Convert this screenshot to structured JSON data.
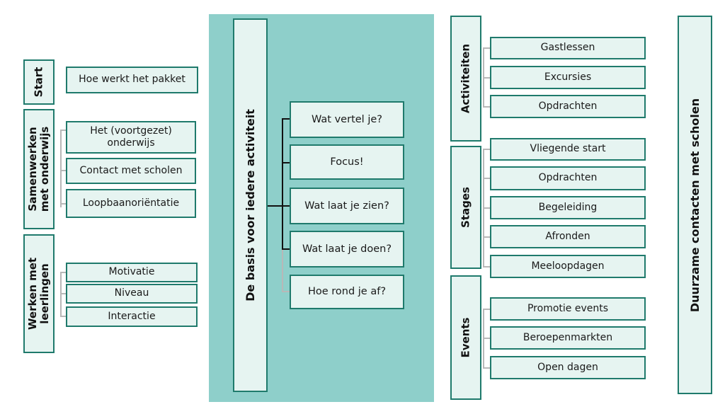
{
  "left": {
    "start": {
      "label": "Start",
      "items": [
        "Hoe werkt het pakket"
      ]
    },
    "samenwerken": {
      "label_line1": "Samenwerken",
      "label_line2": "met onderwijs",
      "items": [
        "Het (voortgezet) onderwijs",
        "Contact met scholen",
        "Loopbaanoriëntatie"
      ]
    },
    "werken": {
      "label_line1": "Werken met",
      "label_line2": "leerlingen",
      "items": [
        "Motivatie",
        "Niveau",
        "Interactie"
      ]
    }
  },
  "center": {
    "label": "De basis voor iedere activiteit",
    "items": [
      "Wat vertel je?",
      "Focus!",
      "Wat laat je zien?",
      "Wat laat je doen?",
      "Hoe rond je af?"
    ]
  },
  "right": {
    "activiteiten": {
      "label": "Activiteiten",
      "items": [
        "Gastlessen",
        "Excursies",
        "Opdrachten"
      ]
    },
    "stages": {
      "label": "Stages",
      "items": [
        "Vliegende start",
        "Opdrachten",
        "Begeleiding",
        "Afronden",
        "Meeloopdagen"
      ]
    },
    "events": {
      "label": "Events",
      "items": [
        "Promotie events",
        "Beroepenmarkten",
        "Open dagen"
      ]
    }
  },
  "side": {
    "label": "Duurzame contacten met scholen"
  },
  "colors": {
    "panel": "#8ecfca",
    "box_fill": "#e6f4f1",
    "border": "#1f7a6c",
    "connector_active": "#111111",
    "connector_muted": "#b8b8b8"
  }
}
